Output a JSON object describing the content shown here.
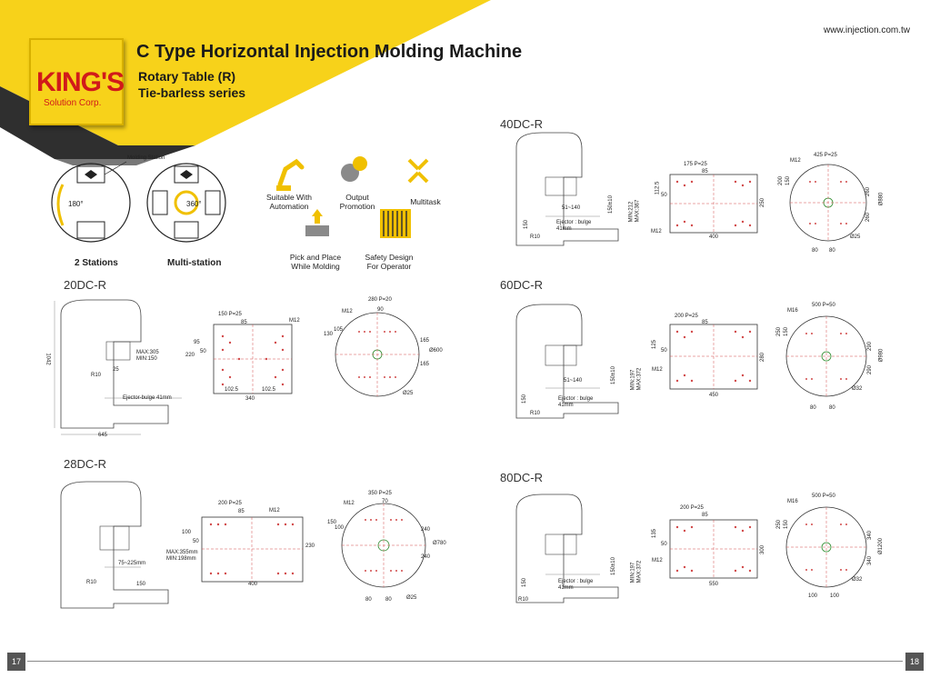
{
  "header": {
    "logo_text": "KING'S",
    "logo_sub": "Solution Corp.",
    "title": "C Type Horizontal Injection Molding Machine",
    "subtitle1": "Rotary Table (R)",
    "subtitle2": "Tie-barless series",
    "url": "www.injection.com.tw"
  },
  "stations": {
    "molding_station": "Molding Station",
    "angle_2": "180°",
    "angle_multi": "360°",
    "label_2": "2 Stations",
    "label_multi": "Multi-station"
  },
  "features": {
    "automation": [
      "Suitable With",
      "Automation"
    ],
    "output": [
      "Output",
      "Promotion"
    ],
    "multitask": "Multitask",
    "pick": [
      "Pick and Place",
      "While Molding"
    ],
    "safety": [
      "Safety Design",
      "For Operator"
    ]
  },
  "models": {
    "m20": "20DC-R",
    "m28": "28DC-R",
    "m40": "40DC-R",
    "m60": "60DC-R",
    "m80": "80DC-R"
  },
  "dims": {
    "m20": {
      "height": "1042",
      "base": "645",
      "r": "R10",
      "d25": "25",
      "maxmin": [
        "MAX:305",
        "MIN:150"
      ],
      "ejector": "Ejector-bulge 41mm",
      "pitch": "150 P=25",
      "d85": "85",
      "m12": "M12",
      "d220": "220",
      "d95": "95",
      "d50": "50",
      "d1025a": "102.5",
      "d1025b": "102.5",
      "d340": "340",
      "tpitch": "280 P=20",
      "d90": "90",
      "tm12": "M12",
      "d130": "130",
      "d105": "105",
      "d165a": "165",
      "d165b": "165",
      "dia": "Ø600",
      "p25": "Ø25"
    },
    "m28": {
      "range": "75~225mm",
      "maxmin": [
        "MAX:355mm",
        "MIN:198mm"
      ],
      "r": "R10",
      "d150": "150",
      "pitch": "200 P=25",
      "d85": "85",
      "m12": "M12",
      "d100": "100",
      "d50": "50",
      "d230": "230",
      "d400": "400",
      "tpitch": "350 P=25",
      "d70": "70",
      "tm12": "M12",
      "d150t": "150",
      "d100t": "100",
      "d240a": "240",
      "d240b": "240",
      "dia": "Ø780",
      "d80a": "80",
      "d80b": "80",
      "p25": "Ø25"
    },
    "m40": {
      "maxmin": [
        "MIN:212",
        "MAX:367"
      ],
      "stroke": "150±10",
      "range": "51~140",
      "ejector": [
        "Ejector : bulge",
        "41mm"
      ],
      "d150": "150",
      "r": "R10",
      "pitch": "175 P=25",
      "d85": "85",
      "d1125": "112.5",
      "d50": "50",
      "d250": "250",
      "m12": "M12",
      "d400": "400",
      "tpitch": "425 P=25",
      "tm12": "M12",
      "d200": "200",
      "d150t": "150",
      "d260a": "260",
      "d260b": "260",
      "dia": "Ø880",
      "p25": "Ø25",
      "d80a": "80",
      "d80b": "80"
    },
    "m60": {
      "maxmin": [
        "MIN:197",
        "MAX:372"
      ],
      "stroke": "150±10",
      "range": "51~140",
      "ejector": [
        "Ejector : bulge",
        "41mm"
      ],
      "d150": "150",
      "r": "R10",
      "pitch": "200 P=25",
      "d85": "85",
      "d125": "125",
      "d50": "50",
      "d280": "280",
      "m12": "M12",
      "d450": "450",
      "tpitch": "500 P=50",
      "tm16": "M16",
      "d250": "250",
      "d150t": "150",
      "d290a": "290",
      "d290b": "290",
      "dia": "Ø980",
      "p32": "Ø32",
      "d80a": "80",
      "d80b": "80"
    },
    "m80": {
      "maxmin": [
        "MIN:197",
        "MAX:372"
      ],
      "stroke": "150±10",
      "ejector": [
        "Ejector : bulge",
        "41mm"
      ],
      "d150": "150",
      "r": "R10",
      "pitch": "200 P=25",
      "d85": "85",
      "d135": "135",
      "d50": "50",
      "d300": "300",
      "m12": "M12",
      "d550": "550",
      "tpitch": "500 P=50",
      "tm16": "M16",
      "d250": "250",
      "d150t": "150",
      "d340a": "340",
      "d340b": "340",
      "dia": "Ø1200",
      "p32": "Ø32",
      "d100a": "100",
      "d100b": "100"
    }
  },
  "footer": {
    "page_left": "17",
    "page_right": "18"
  },
  "colors": {
    "yellow": "#f7d21a",
    "dark": "#3a3a3a",
    "red": "#d11a1a",
    "dim": "#d14a4a"
  }
}
